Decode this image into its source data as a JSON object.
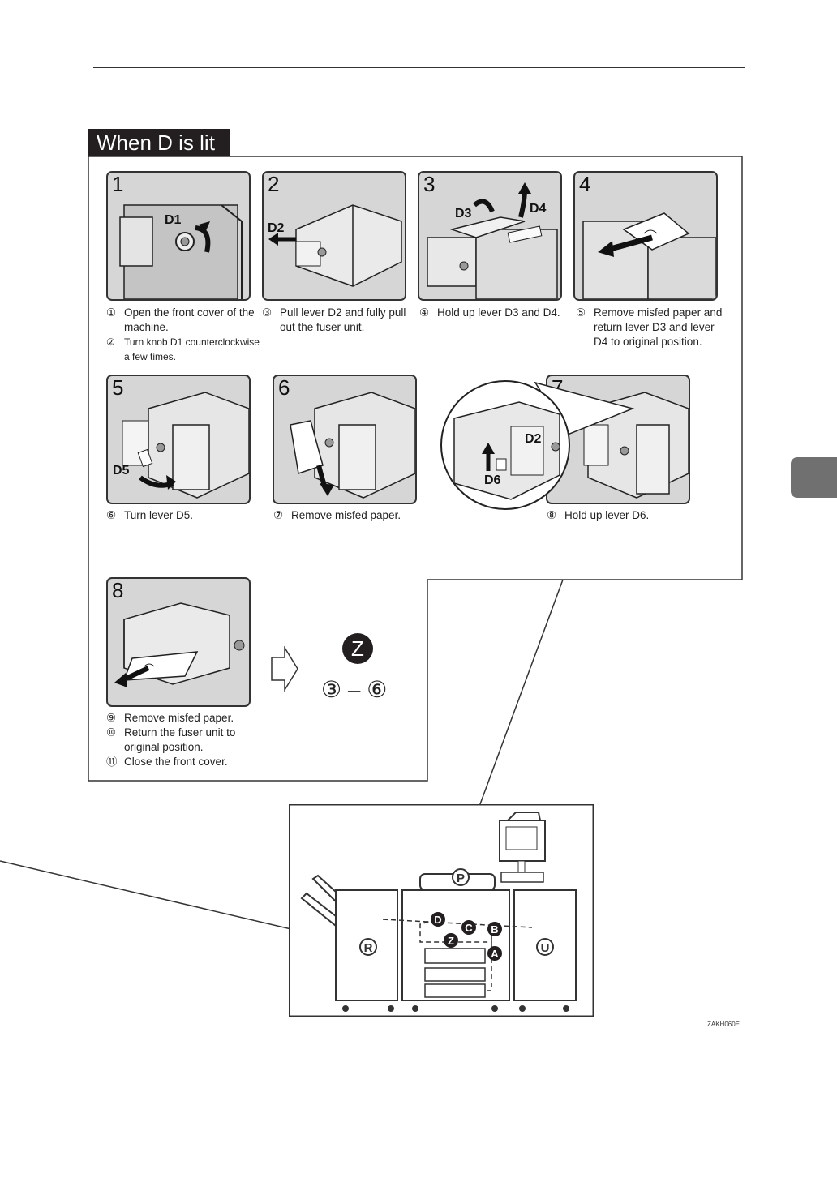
{
  "section": {
    "title": "When D is lit"
  },
  "steps": [
    {
      "number": "1",
      "label": "D1",
      "captions": [
        {
          "num": "①",
          "text": "Open the front cover of the machine."
        },
        {
          "num": "②",
          "text": "Turn knob D1 counterclockwise a few times."
        }
      ]
    },
    {
      "number": "2",
      "label": "D2",
      "captions": [
        {
          "num": "③",
          "text": "Pull lever D2 and fully pull out the fuser unit."
        }
      ]
    },
    {
      "number": "3",
      "labels": [
        "D3",
        "D4"
      ],
      "captions": [
        {
          "num": "④",
          "text": "Hold up lever D3 and D4."
        }
      ]
    },
    {
      "number": "4",
      "captions": [
        {
          "num": "⑤",
          "text": "Remove misfed paper and return lever D3 and lever D4 to original position."
        }
      ]
    },
    {
      "number": "5",
      "label": "D5",
      "captions": [
        {
          "num": "⑥",
          "text": "Turn lever D5."
        }
      ]
    },
    {
      "number": "6",
      "captions": [
        {
          "num": "⑦",
          "text": "Remove misfed paper."
        }
      ]
    },
    {
      "number": "7",
      "labels": [
        "D2",
        "D2",
        "D6"
      ],
      "captions": [
        {
          "num": "⑧",
          "text": "Hold up lever D6."
        }
      ]
    },
    {
      "number": "8",
      "captions": [
        {
          "num": "⑨",
          "text": "Remove misfed paper."
        },
        {
          "num": "⑩",
          "text": "Return the fuser unit to original position."
        },
        {
          "num": "⑪",
          "text": "Close the front cover."
        }
      ]
    }
  ],
  "next": {
    "badge": "Z",
    "sequence": "③ – ⑥"
  },
  "machine": {
    "markers": [
      "P",
      "D",
      "C",
      "B",
      "Z",
      "A",
      "R",
      "U"
    ]
  },
  "figure_code": "ZAKH060E",
  "colors": {
    "heading_bg": "#231f20",
    "panel_bg": "#d6d6d6",
    "tab": "#707070"
  }
}
